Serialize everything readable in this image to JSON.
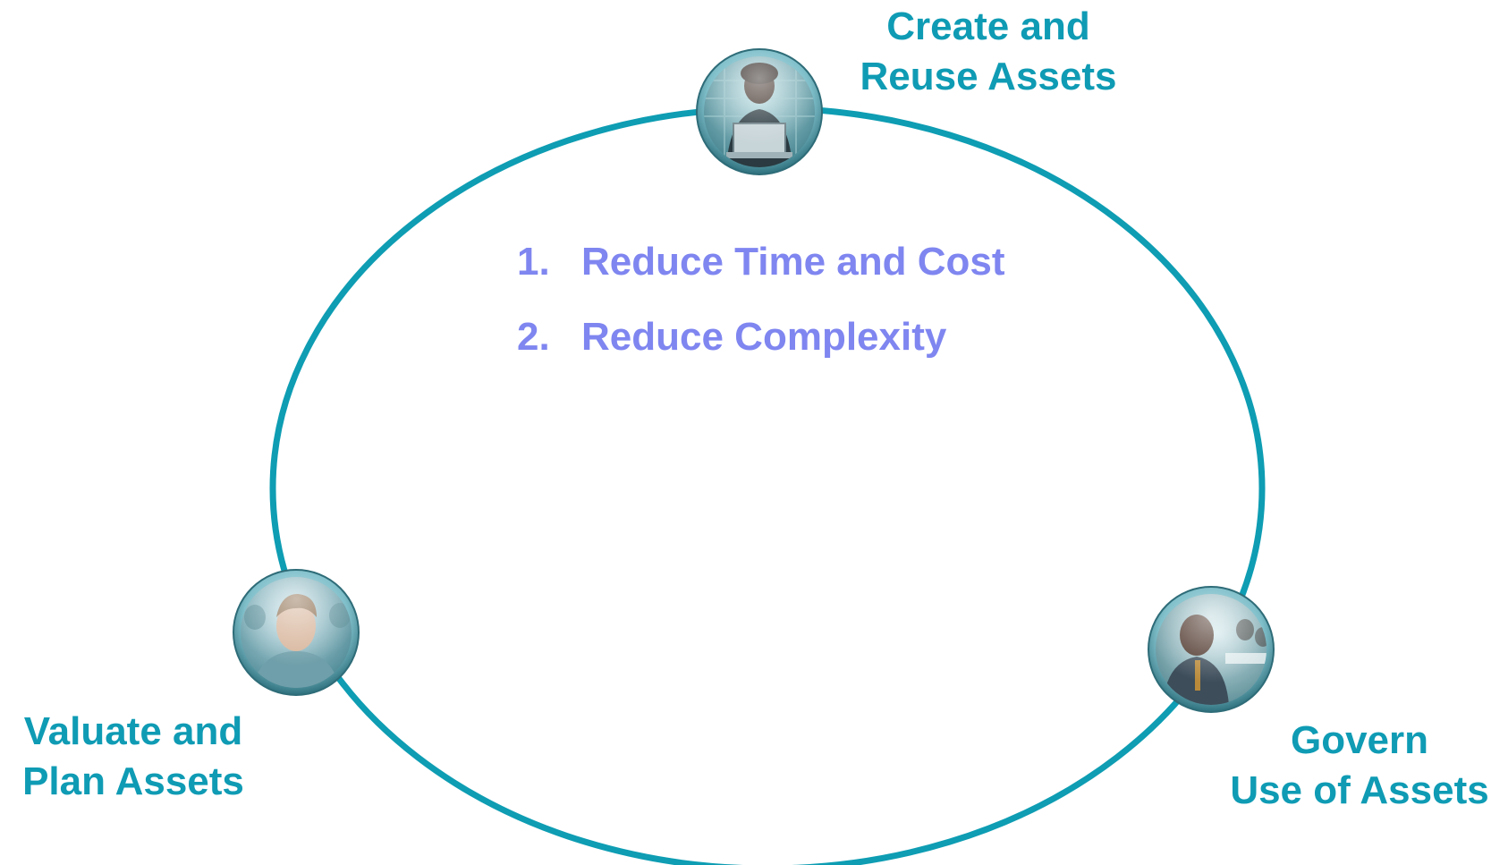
{
  "nodes": {
    "create": {
      "line1": "Create and",
      "line2": "Reuse Assets",
      "photo_icon": "person-with-laptop"
    },
    "valuate": {
      "line1": "Valuate and",
      "line2": "Plan Assets",
      "photo_icon": "person-portrait"
    },
    "govern": {
      "line1": "Govern",
      "line2": "Use of Assets",
      "photo_icon": "person-in-meeting"
    }
  },
  "benefits": [
    {
      "number": "1.",
      "text": "Reduce Time and Cost"
    },
    {
      "number": "2.",
      "text": "Reduce Complexity"
    }
  ],
  "colors": {
    "cycle_stroke": "#0e9db3",
    "node_label": "#0f9bb4",
    "benefit_text": "#7f86f0"
  }
}
